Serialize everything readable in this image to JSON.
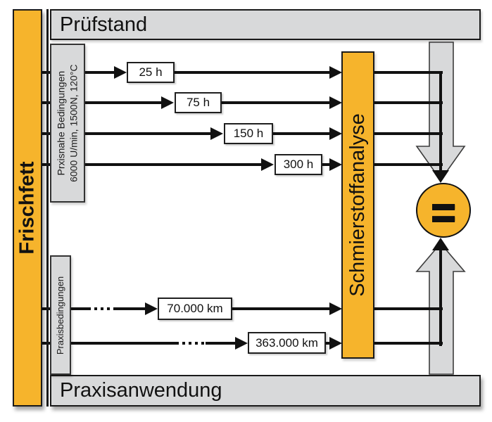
{
  "diagram": {
    "left_bar_label": "Frischfett",
    "top_bar_label": "Prüfstand",
    "bottom_bar_label": "Praxisanwendung",
    "analysis_bar_label": "Schmierstoffanalyse",
    "equals_symbol": "=",
    "bench_conditions": {
      "line1": "Prxisnahe Bedingungen",
      "line2": "6000 U/min, 1500N, 120°C"
    },
    "practice_conditions_label": "Praxisbedingungen",
    "bench_durations": [
      "25 h",
      "75 h",
      "150 h",
      "300 h"
    ],
    "practice_distances": [
      "70.000 km",
      "363.000 km"
    ],
    "colors": {
      "accent_orange": "#F6B42C",
      "panel_gray": "#D8D9DA",
      "line_black": "#111111"
    }
  }
}
